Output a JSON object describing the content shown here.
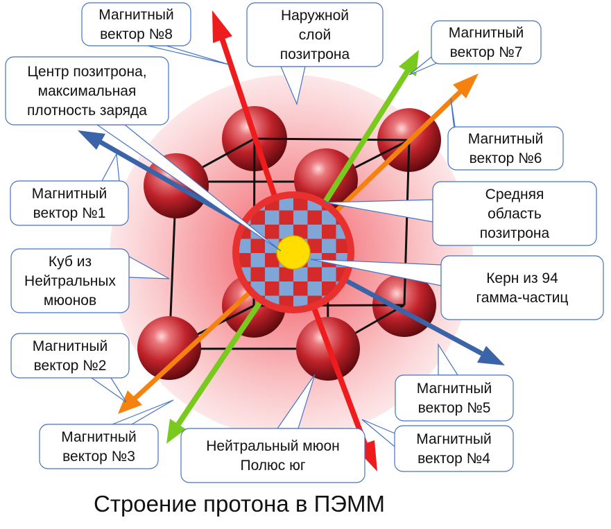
{
  "title": "Строение протона в ПЭММ",
  "callouts": {
    "vector8": [
      "Магнитный",
      "вектор №8"
    ],
    "outer_layer": [
      "Наружной",
      "слой",
      "позитрона"
    ],
    "vector7": [
      "Магнитный",
      "вектор №7"
    ],
    "center": [
      "Центр позитрона,",
      "максимальная",
      "плотность заряда"
    ],
    "vector6": [
      "Магнитный",
      "вектор №6"
    ],
    "vector1": [
      "Магнитный",
      "вектор №1"
    ],
    "middle_area": [
      "Средняя",
      "область",
      "позитрона"
    ],
    "cube": [
      "Куб из",
      "Нейтральных",
      "мюонов"
    ],
    "kern": [
      "Керн из 94",
      "гамма-частиц"
    ],
    "vector2": [
      "Магнитный",
      "вектор №2"
    ],
    "vector5": [
      "Магнитный",
      "вектор №5"
    ],
    "vector3": [
      "Магнитный",
      "вектор №3"
    ],
    "neutral_muon": [
      "Нейтральный мюон",
      "Полюс юг"
    ],
    "vector4": [
      "Магнитный",
      "вектор №4"
    ]
  },
  "colors": {
    "vector_red": "#ee1c1c",
    "vector_green": "#7ac91e",
    "vector_orange": "#f5820f",
    "vector_blue": "#3a63a8",
    "sphere": "#c0222a",
    "positron_disc": "#e8302e",
    "checker_blue": "#7fa6d6",
    "checker_red": "#d42a2a",
    "kern": "#ffdd00",
    "halo": "#f7a0a4",
    "callout_border": "#4472c4"
  }
}
